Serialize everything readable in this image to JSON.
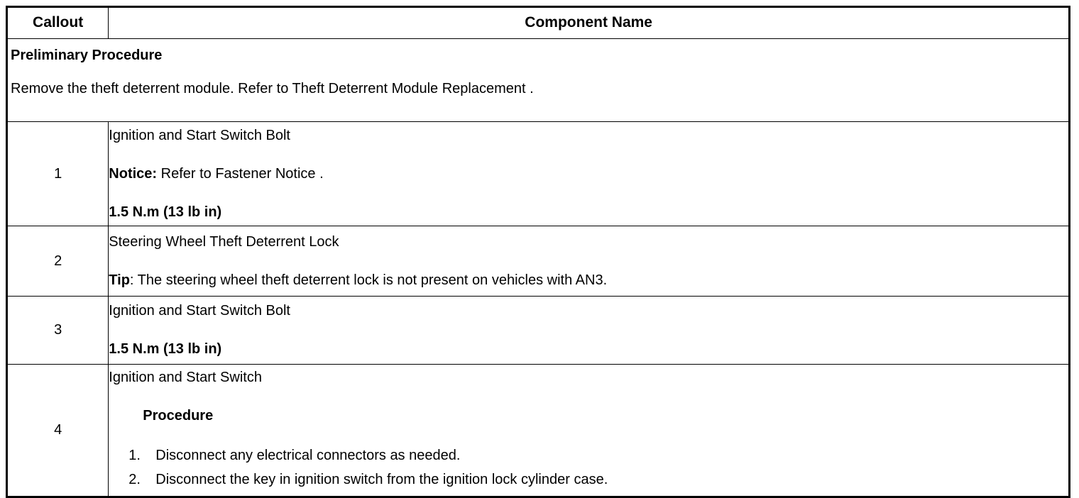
{
  "table": {
    "headers": {
      "callout": "Callout",
      "component_name": "Component Name"
    },
    "preliminary": {
      "title": "Preliminary Procedure",
      "text": "Remove the theft deterrent module. Refer to Theft Deterrent Module Replacement ."
    },
    "rows": [
      {
        "callout": "1",
        "name": "Ignition and Start Switch Bolt",
        "notice_label": "Notice:",
        "notice_text": " Refer to Fastener Notice .",
        "torque": "1.5 N.m (13 lb in)"
      },
      {
        "callout": "2",
        "name": "Steering Wheel Theft Deterrent Lock",
        "tip_label": "Tip",
        "tip_text": ": The steering wheel theft deterrent lock is not present on vehicles with AN3."
      },
      {
        "callout": "3",
        "name": "Ignition and Start Switch Bolt",
        "torque": "1.5 N.m (13 lb in)"
      },
      {
        "callout": "4",
        "name": "Ignition and Start Switch",
        "procedure_heading": "Procedure",
        "steps": [
          "Disconnect any electrical connectors as needed.",
          "Disconnect the key in ignition switch from the ignition lock cylinder case."
        ]
      }
    ]
  },
  "colors": {
    "border": "#000000",
    "text": "#000000",
    "background": "#ffffff"
  }
}
